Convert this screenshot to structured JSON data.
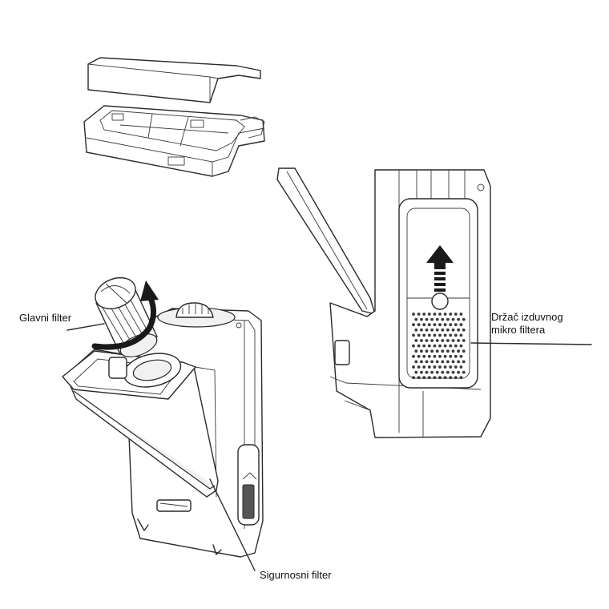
{
  "labels": {
    "main_filter": "Glavni filter",
    "safety_filter": "Sigurnosni filter",
    "exhaust_holder_line1": "Držač izduvnog",
    "exhaust_holder_line2": "mikro filtera"
  },
  "colors": {
    "line": "#2a2a2a",
    "background": "#ffffff",
    "arrow": "#1a1a1a"
  }
}
